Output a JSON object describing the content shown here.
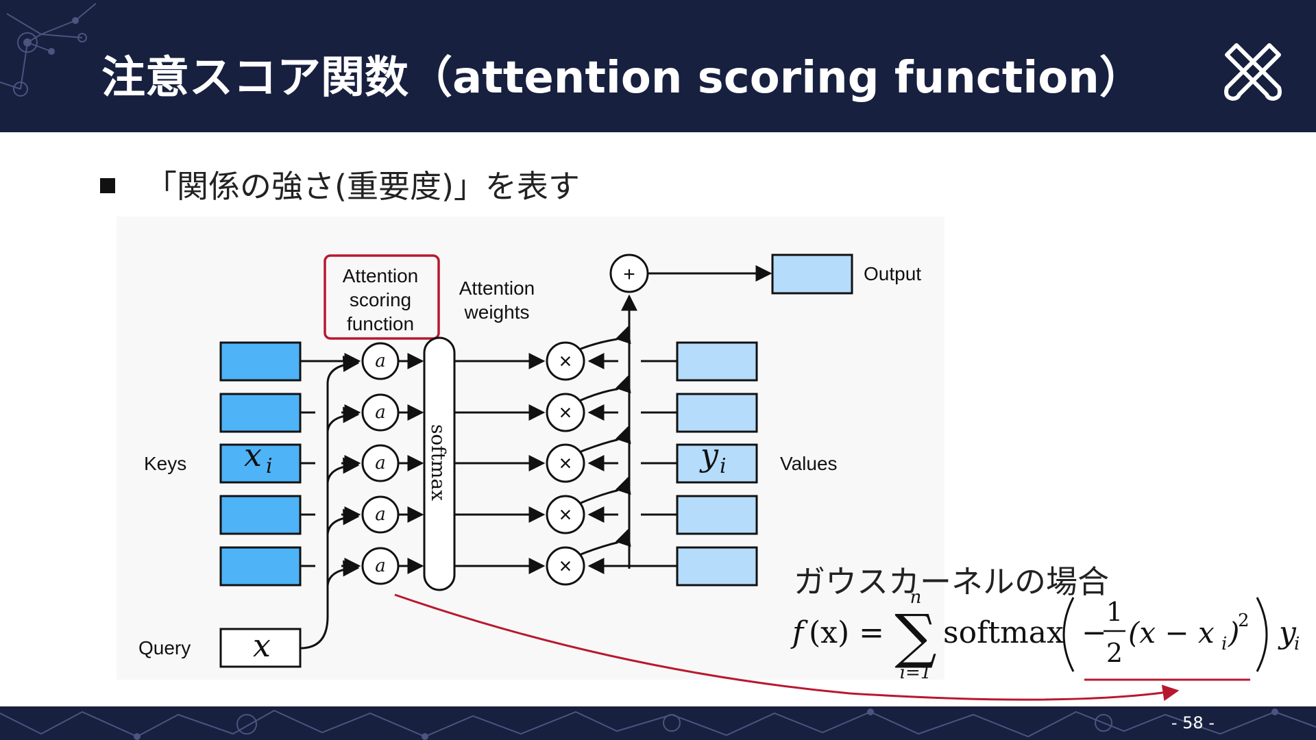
{
  "header": {
    "title": "注意スコア関数（attention scoring function）"
  },
  "bullet": {
    "text": "「関係の強さ(重要度)」を表す"
  },
  "diagram": {
    "scoring_box_lines": [
      "Attention",
      "scoring",
      "function"
    ],
    "weights_lines": [
      "Attention",
      "weights"
    ],
    "output_label": "Output",
    "keys_label": "Keys",
    "values_label": "Values",
    "query_label": "Query",
    "softmax_label": "softmax",
    "plus_symbol": "+",
    "times_symbol": "×",
    "score_symbol": "a",
    "key_var": "x",
    "key_sub": "i",
    "value_var": "y",
    "value_sub": "i",
    "query_var": "x"
  },
  "gaussian": {
    "title": "ガウスカーネルの場合",
    "f": "f",
    "lhs_paren": "(x) =",
    "sum_top": "n",
    "sum_bottom": "i=1",
    "softmax": "softmax",
    "minus": "−",
    "num": "1",
    "den": "2",
    "inner": "(x − x",
    "inner_sub": "i",
    "inner_close": ")",
    "power": "2",
    "y": "y",
    "y_sub": "i"
  },
  "footer": {
    "page": "- 58 -"
  },
  "colors": {
    "navy": "#17203f",
    "key_fill": "#4eb3f7",
    "value_fill": "#b5dcfa",
    "accent_red": "#b8182f"
  }
}
